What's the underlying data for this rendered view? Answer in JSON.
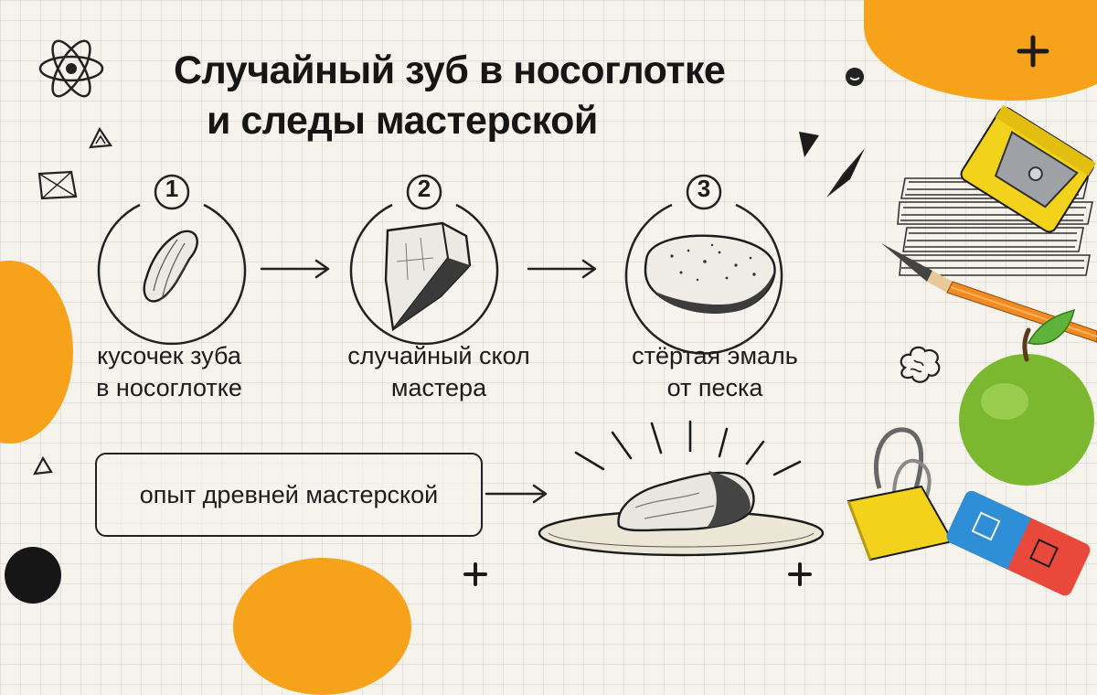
{
  "title": {
    "line1": "Случайный зуб в носоглотке",
    "line2": "и следы мастерской"
  },
  "steps": [
    {
      "number": "1",
      "caption_line1": "кусочек зуба",
      "caption_line2": "в носоглотке"
    },
    {
      "number": "2",
      "caption_line1": "случайный скол",
      "caption_line2": "мастера"
    },
    {
      "number": "3",
      "caption_line1": "стёртая эмаль",
      "caption_line2": "от песка"
    }
  ],
  "conclusion": {
    "label": "опыт древней мастерской"
  },
  "colors": {
    "accent_orange": "#f7a21b",
    "dark": "#1b1b1b",
    "grid_paper": "#f6f3ec",
    "apple_green": "#7cb82f",
    "sharpener_yellow": "#f2d21b",
    "eraser_blue": "#2f8fd6",
    "eraser_red": "#e8493a"
  },
  "icons": [
    "atom-icon",
    "smiley-icon",
    "plus-icon",
    "triangle-icon",
    "brain-icon",
    "sharpener-icon",
    "pencil-icon",
    "apple-icon",
    "binder-clip-icon",
    "eraser-icon",
    "books-icon"
  ]
}
